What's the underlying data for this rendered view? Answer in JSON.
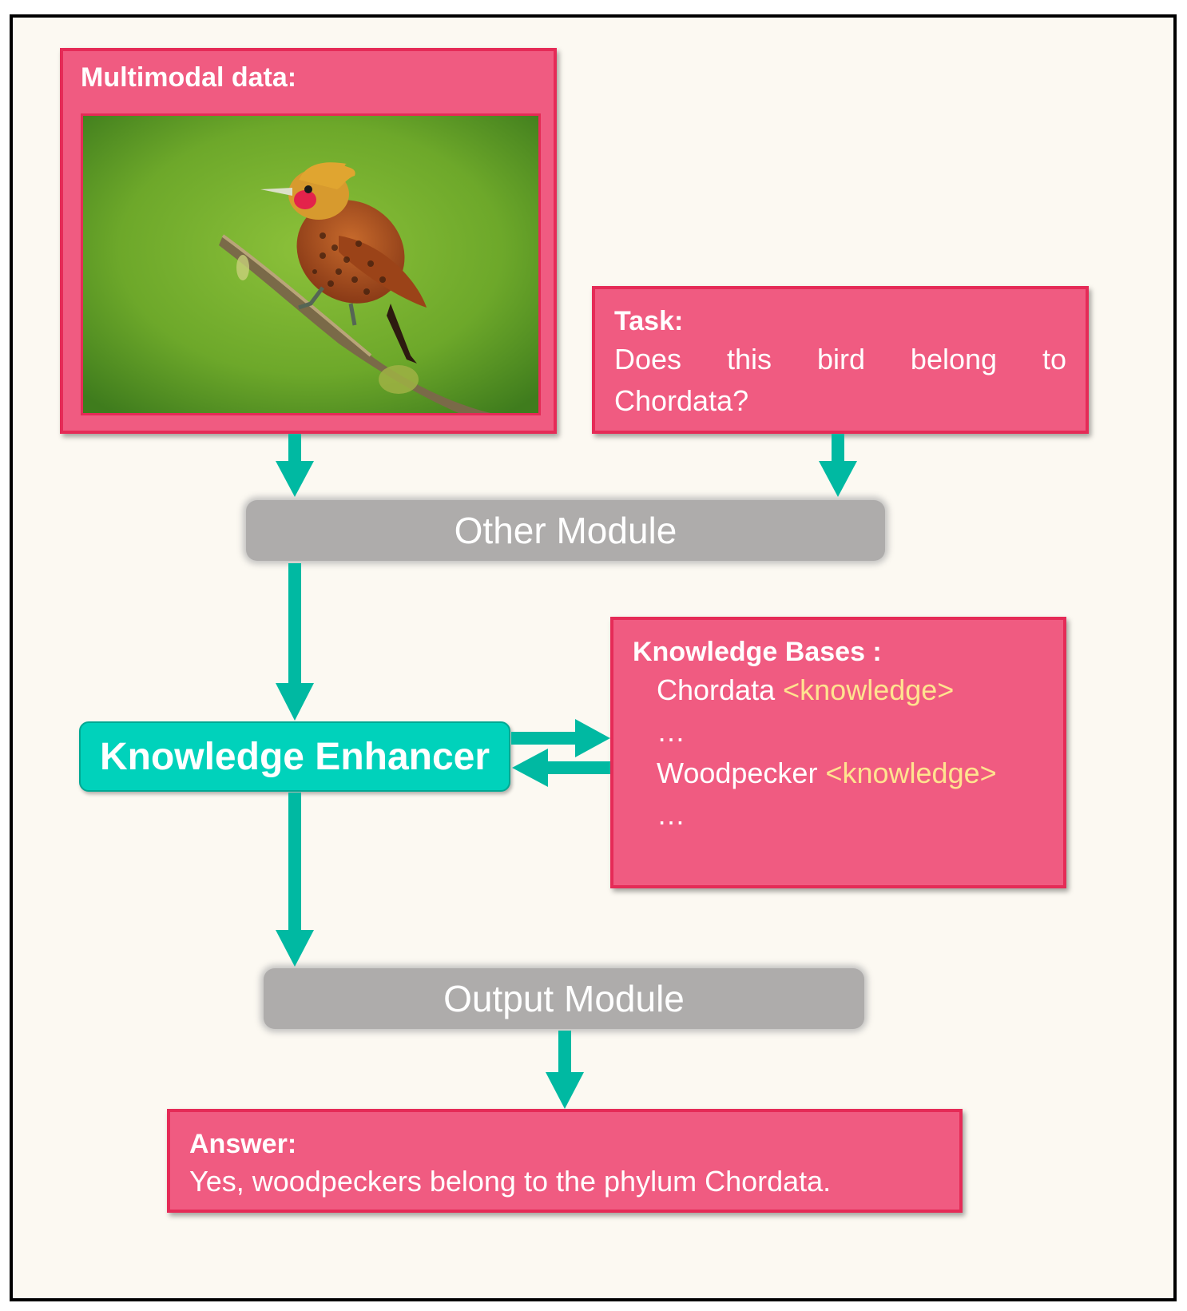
{
  "multimodal": {
    "title": "Multimodal data:"
  },
  "task": {
    "title": "Task:",
    "text": "Does this bird belong to Chordata?"
  },
  "other_module": {
    "label": "Other Module"
  },
  "knowledge_enhancer": {
    "label": "Knowledge Enhancer"
  },
  "knowledge_bases": {
    "title": "Knowledge Bases :",
    "entries": [
      {
        "name": "Chordata",
        "tag": "<knowledge>"
      },
      {
        "name": "…",
        "tag": ""
      },
      {
        "name": "Woodpecker",
        "tag": "<knowledge>"
      },
      {
        "name": "…",
        "tag": ""
      }
    ]
  },
  "output_module": {
    "label": "Output Module"
  },
  "answer": {
    "title": "Answer:",
    "text": "Yes, woodpeckers belong to the phylum Chordata."
  },
  "colors": {
    "box_pink": "#f05b81",
    "box_border": "#e52b57",
    "arrow_teal": "#00b9a2",
    "enhancer_teal": "#00d2bb",
    "module_gray": "#aeacab",
    "knowledge_tag": "#ffe38f"
  }
}
